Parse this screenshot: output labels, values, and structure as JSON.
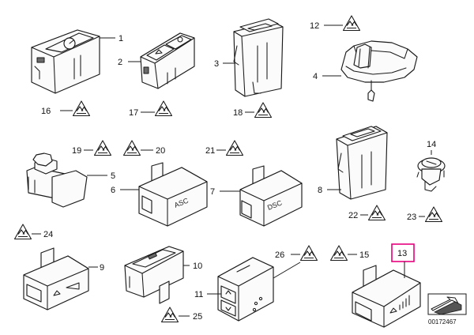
{
  "diagram": {
    "diagram_id": "00172467",
    "highlight_color": "#e6007e",
    "callouts": {
      "c1": "1",
      "c2": "2",
      "c3": "3",
      "c4": "4",
      "c5": "5",
      "c6": "6",
      "c7": "7",
      "c8": "8",
      "c9": "9",
      "c10": "10",
      "c11": "11",
      "c12": "12",
      "c13": "13",
      "c14": "14",
      "c15": "15",
      "c16": "16",
      "c17": "17",
      "c18": "18",
      "c19": "19",
      "c20": "20",
      "c21": "21",
      "c22": "22",
      "c23": "23",
      "c24": "24",
      "c25": "25",
      "c26": "26"
    },
    "button_labels": {
      "asc": "ASC",
      "dsc": "DSC"
    }
  }
}
